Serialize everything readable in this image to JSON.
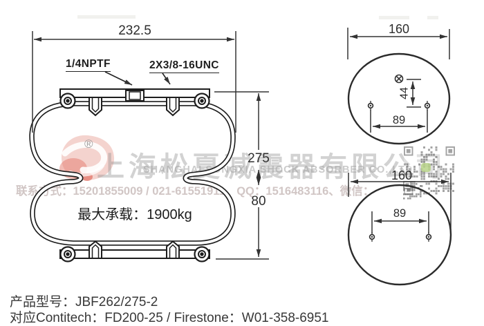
{
  "main_drawing": {
    "width_dim": "232.5",
    "port_label": "1/4NPTF",
    "stud_label": "2X3/8-16UNC",
    "height_dim": "275",
    "lower_height_dim": "80",
    "max_load_text": "最大承载：1900kg"
  },
  "top_view": {
    "diameter_dim": "160",
    "port_offset_dim": "44",
    "bolt_spacing_dim": "89"
  },
  "bottom_view": {
    "diameter_dim": "160",
    "bolt_spacing_dim": "89"
  },
  "watermark": {
    "registered_symbol": "®",
    "company_cn": "上海松夏减震器有限公司",
    "company_en": "SHANGHAI SONGXIA SHOCK ABSORBER CO.,LTD",
    "contact": "联系方式：15201855009 / 021-61551911、QQ：1516483116、微信：",
    "brand_color": "#e8766b",
    "wechat_icon_color": "#b9d48a"
  },
  "footer": {
    "model": "产品型号：JBF262/275-2",
    "cross_reference": "对应Contitech：FD200-25 / Firestone：W01-358-6951"
  }
}
